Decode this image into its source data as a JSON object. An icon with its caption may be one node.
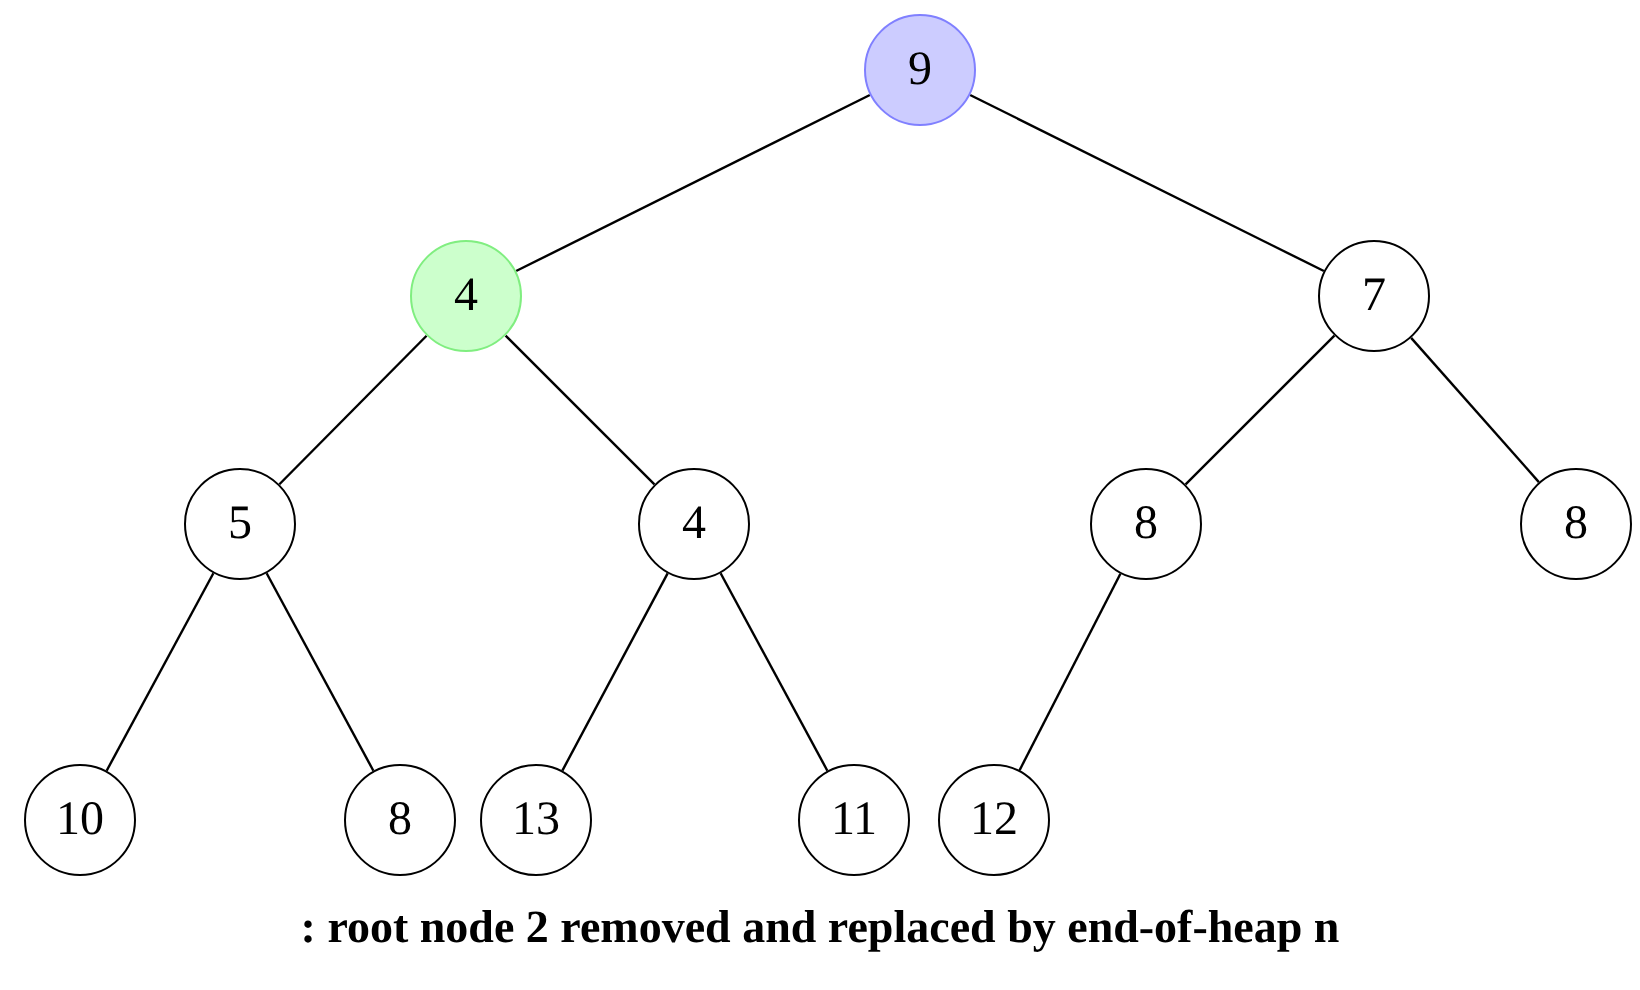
{
  "diagram": {
    "caption": ": root node 2 removed and replaced by end-of-heap n",
    "nodes": [
      {
        "text": [
          "9"
        ]
      },
      {
        "text": [
          "4"
        ]
      },
      {
        "text": [
          "7"
        ]
      },
      {
        "text": [
          "5"
        ]
      },
      {
        "text": [
          "4"
        ]
      },
      {
        "text": [
          "8"
        ]
      },
      {
        "text": [
          "8"
        ]
      },
      {
        "text": [
          "10"
        ]
      },
      {
        "text": [
          "8"
        ]
      },
      {
        "text": [
          "13"
        ]
      },
      {
        "text": [
          "11"
        ]
      },
      {
        "text": [
          "12"
        ]
      }
    ],
    "edges": [
      {
        "from": 0,
        "to": 1,
        "arrow": "none"
      },
      {
        "from": 0,
        "to": 2,
        "arrow": "none"
      },
      {
        "from": 1,
        "to": 3,
        "arrow": "none"
      },
      {
        "from": 1,
        "to": 4,
        "arrow": "none"
      },
      {
        "from": 2,
        "to": 5,
        "arrow": "none"
      },
      {
        "from": 2,
        "to": 6,
        "arrow": "none"
      },
      {
        "from": 3,
        "to": 7,
        "arrow": "none"
      },
      {
        "from": 3,
        "to": 8,
        "arrow": "none"
      },
      {
        "from": 4,
        "to": 9,
        "arrow": "none"
      },
      {
        "from": 4,
        "to": 10,
        "arrow": "none"
      },
      {
        "from": 5,
        "to": 11,
        "arrow": "none"
      }
    ]
  }
}
